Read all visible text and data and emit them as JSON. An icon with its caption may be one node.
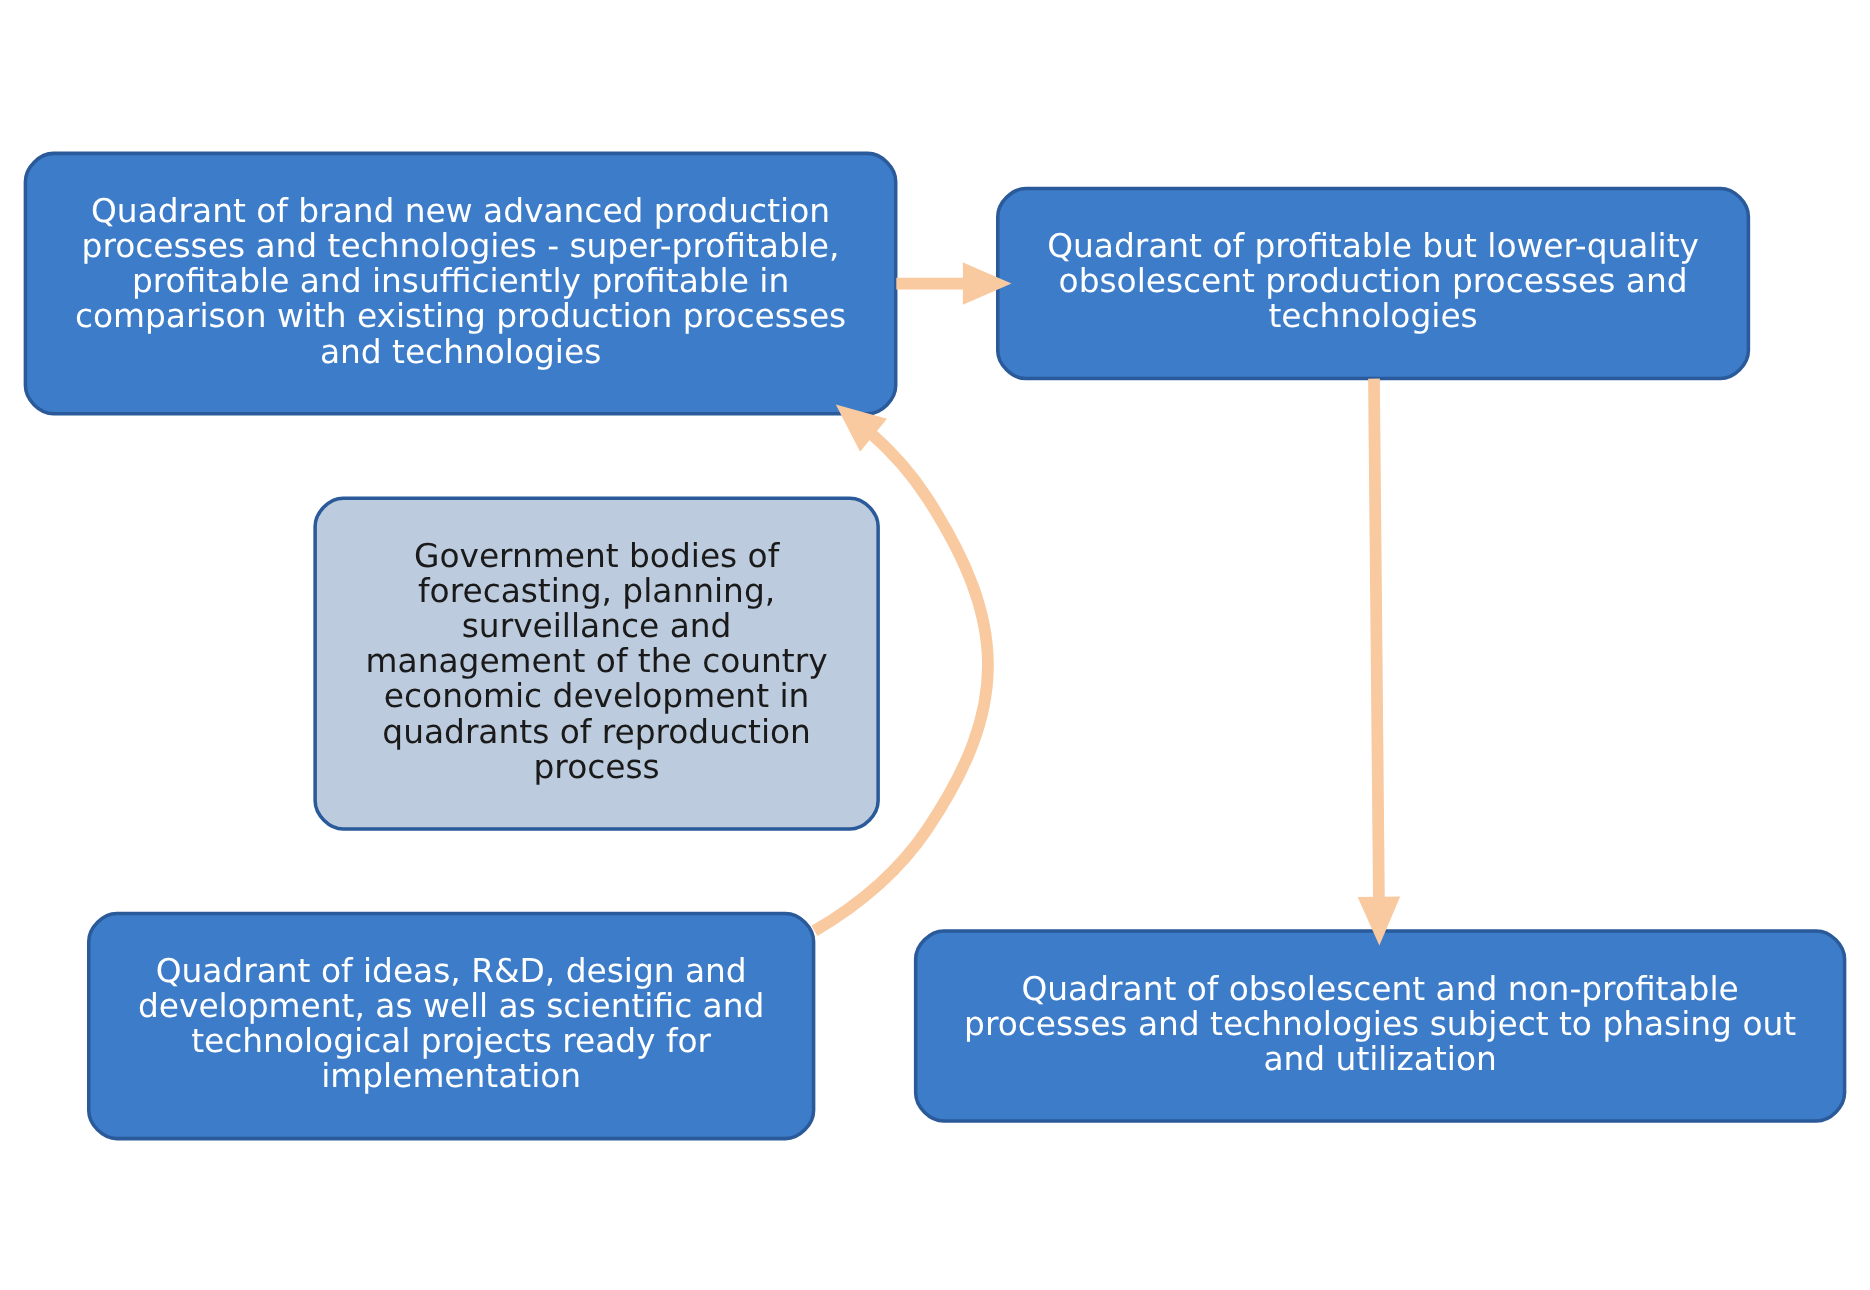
{
  "diagram": {
    "nodes": [
      {
        "text": [
          "Quadrant of brand new advanced production processes and technologies - super-profitable, profitable and insufficiently profitable in comparison with existing production processes and technologies"
        ]
      },
      {
        "text": [
          "Quadrant of profitable but lower-quality obsolescent production processes and technologies"
        ]
      },
      {
        "text": [
          "Government bodies of forecasting, planning, surveillance and management of the country economic development in quadrants of reproduction process"
        ]
      },
      {
        "text": [
          "Quadrant of ideas, R&D, design and development, as well as scientific and technological projects ready for implementation"
        ]
      },
      {
        "text": [
          "Quadrant of obsolescent and non-profitable processes and technologies subject to phasing out and utilization"
        ]
      }
    ],
    "edges": [
      {
        "from": 3,
        "to": 0,
        "arrow": "to"
      },
      {
        "from": 0,
        "to": 1,
        "arrow": "to"
      },
      {
        "from": 1,
        "to": 4,
        "arrow": "to"
      }
    ]
  }
}
